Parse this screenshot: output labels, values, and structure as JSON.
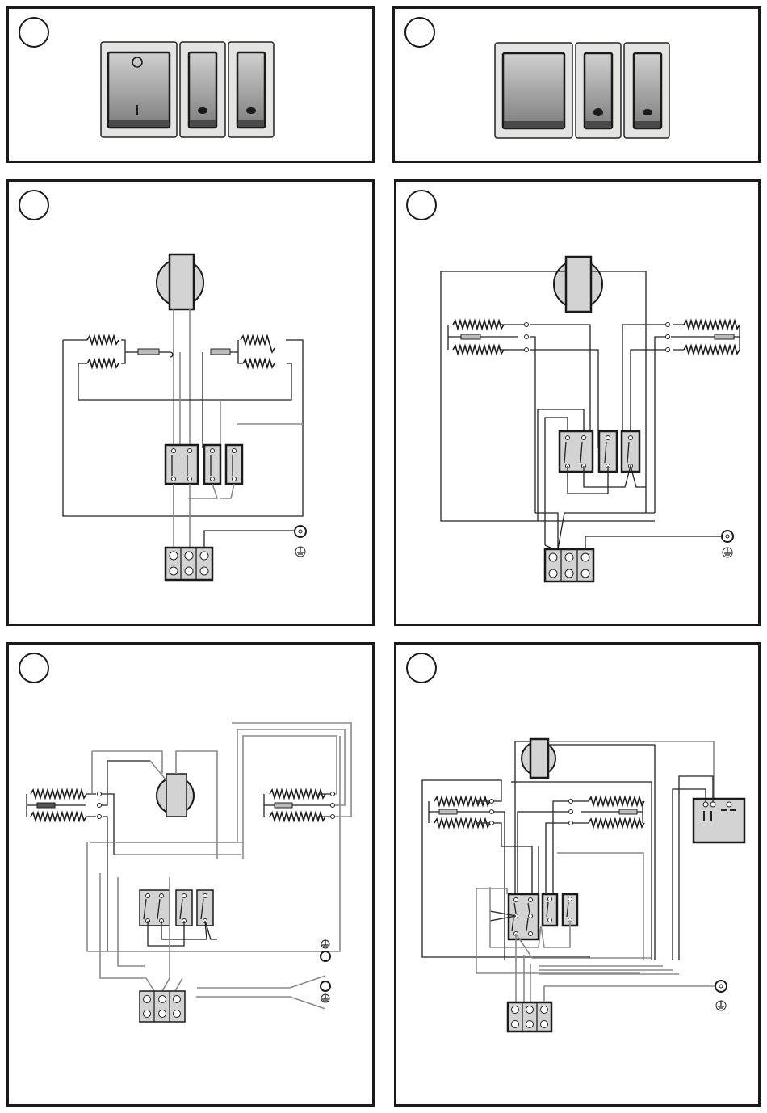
{
  "page": {
    "type": "appliance wiring instruction sheet",
    "panel_count": 6
  },
  "panels": [
    {
      "id": "panel-1",
      "badge_label": "",
      "kind": "switch-panel-illustration",
      "switches": [
        {
          "type": "main rocker",
          "symbols": [
            "O",
            "I"
          ]
        },
        {
          "type": "narrow rocker",
          "indicator": "dot"
        },
        {
          "type": "narrow rocker",
          "indicator": "dot"
        }
      ]
    },
    {
      "id": "panel-2",
      "badge_label": "",
      "kind": "switch-panel-illustration",
      "switches": [
        {
          "type": "main rocker (unmarked)",
          "symbols": []
        },
        {
          "type": "narrow rocker",
          "indicator": "dot"
        },
        {
          "type": "narrow rocker",
          "indicator": "dot"
        }
      ]
    },
    {
      "id": "panel-3",
      "badge_label": "",
      "kind": "wiring-diagram",
      "components": {
        "motor": 1,
        "heating_elements": 4,
        "thermal_fuses": 2,
        "switches": 3,
        "terminal_block_poles": 3,
        "earth_terminals": 1
      }
    },
    {
      "id": "panel-4",
      "badge_label": "",
      "kind": "wiring-diagram",
      "components": {
        "motor": 1,
        "heating_elements": 4,
        "thermal_fuses": 2,
        "switches": 3,
        "terminal_block_poles": 3,
        "earth_terminals": 1
      }
    },
    {
      "id": "panel-5",
      "badge_label": "",
      "kind": "wiring-diagram",
      "components": {
        "motor": 1,
        "heating_elements": 4,
        "thermal_fuses": 2,
        "switches": 3,
        "terminal_block_poles": 3,
        "earth_terminals": 2
      }
    },
    {
      "id": "panel-6",
      "badge_label": "",
      "kind": "wiring-diagram",
      "components": {
        "motor": 1,
        "heating_elements": 4,
        "thermal_fuses": 2,
        "switches": 3,
        "terminal_block_poles": 3,
        "earth_terminals": 1,
        "thermostat_box": 1
      }
    }
  ],
  "colors": {
    "border": "#1a1a1a",
    "component_fill": "#d3d3d3",
    "wire_dark": "#222222",
    "wire_grey": "#8a8a8a",
    "switch_bezel": "#e4e4e2"
  }
}
